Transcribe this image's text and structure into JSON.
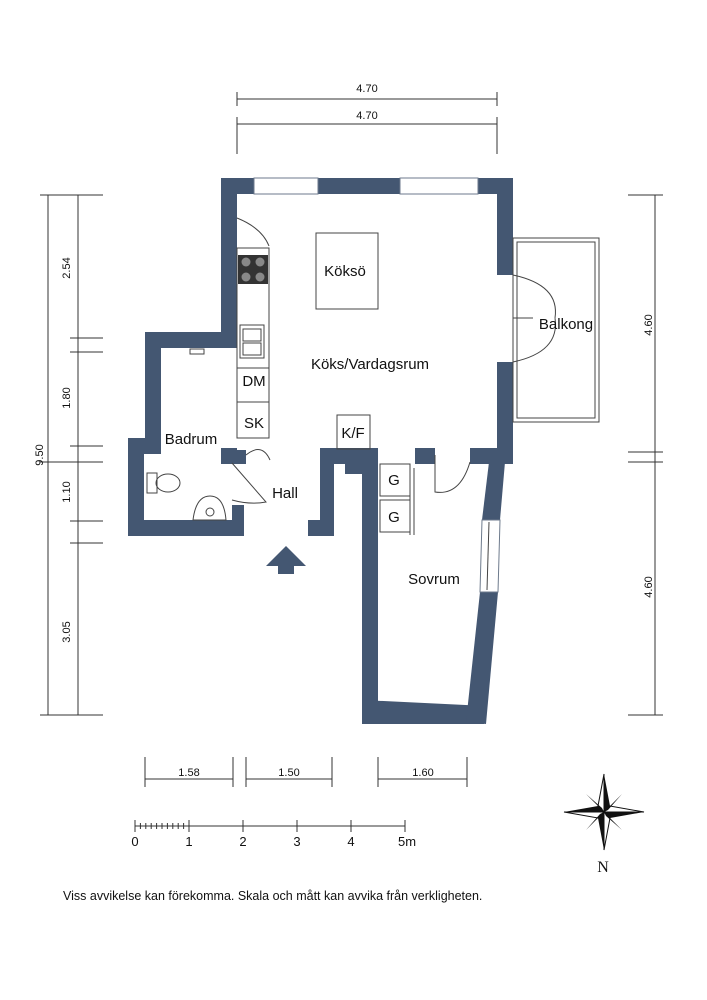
{
  "colors": {
    "wall": "#445772",
    "entry_arrow": "#445772"
  },
  "rooms": {
    "koksö": "Köksö",
    "kok_vardagsrum": "Köks/Vardagsrum",
    "balkong": "Balkong",
    "badrum": "Badrum",
    "hall": "Hall",
    "sovrum": "Sovrum",
    "dm": "DM",
    "sk": "SK",
    "kf": "K/F",
    "g1": "G",
    "g2": "G"
  },
  "dimensions": {
    "top_outer": "4.70",
    "top_inner": "4.70",
    "left_total": "9.50",
    "left_1": "2.54",
    "left_2": "1.80",
    "left_3": "1.10",
    "left_4": "3.05",
    "right_upper": "4.60",
    "right_lower": "4.60",
    "bottom_1": "1.58",
    "bottom_2": "1.50",
    "bottom_3": "1.60"
  },
  "scale_bar": {
    "ticks": [
      "0",
      "1",
      "2",
      "3",
      "4",
      "5m"
    ]
  },
  "compass": {
    "label": "N",
    "icon": "compass-rose-icon"
  },
  "entry": {
    "icon": "entry-arrow-icon"
  },
  "footer_note": "Viss avvikelse kan förekomma. Skala och mått kan avvika från verkligheten."
}
